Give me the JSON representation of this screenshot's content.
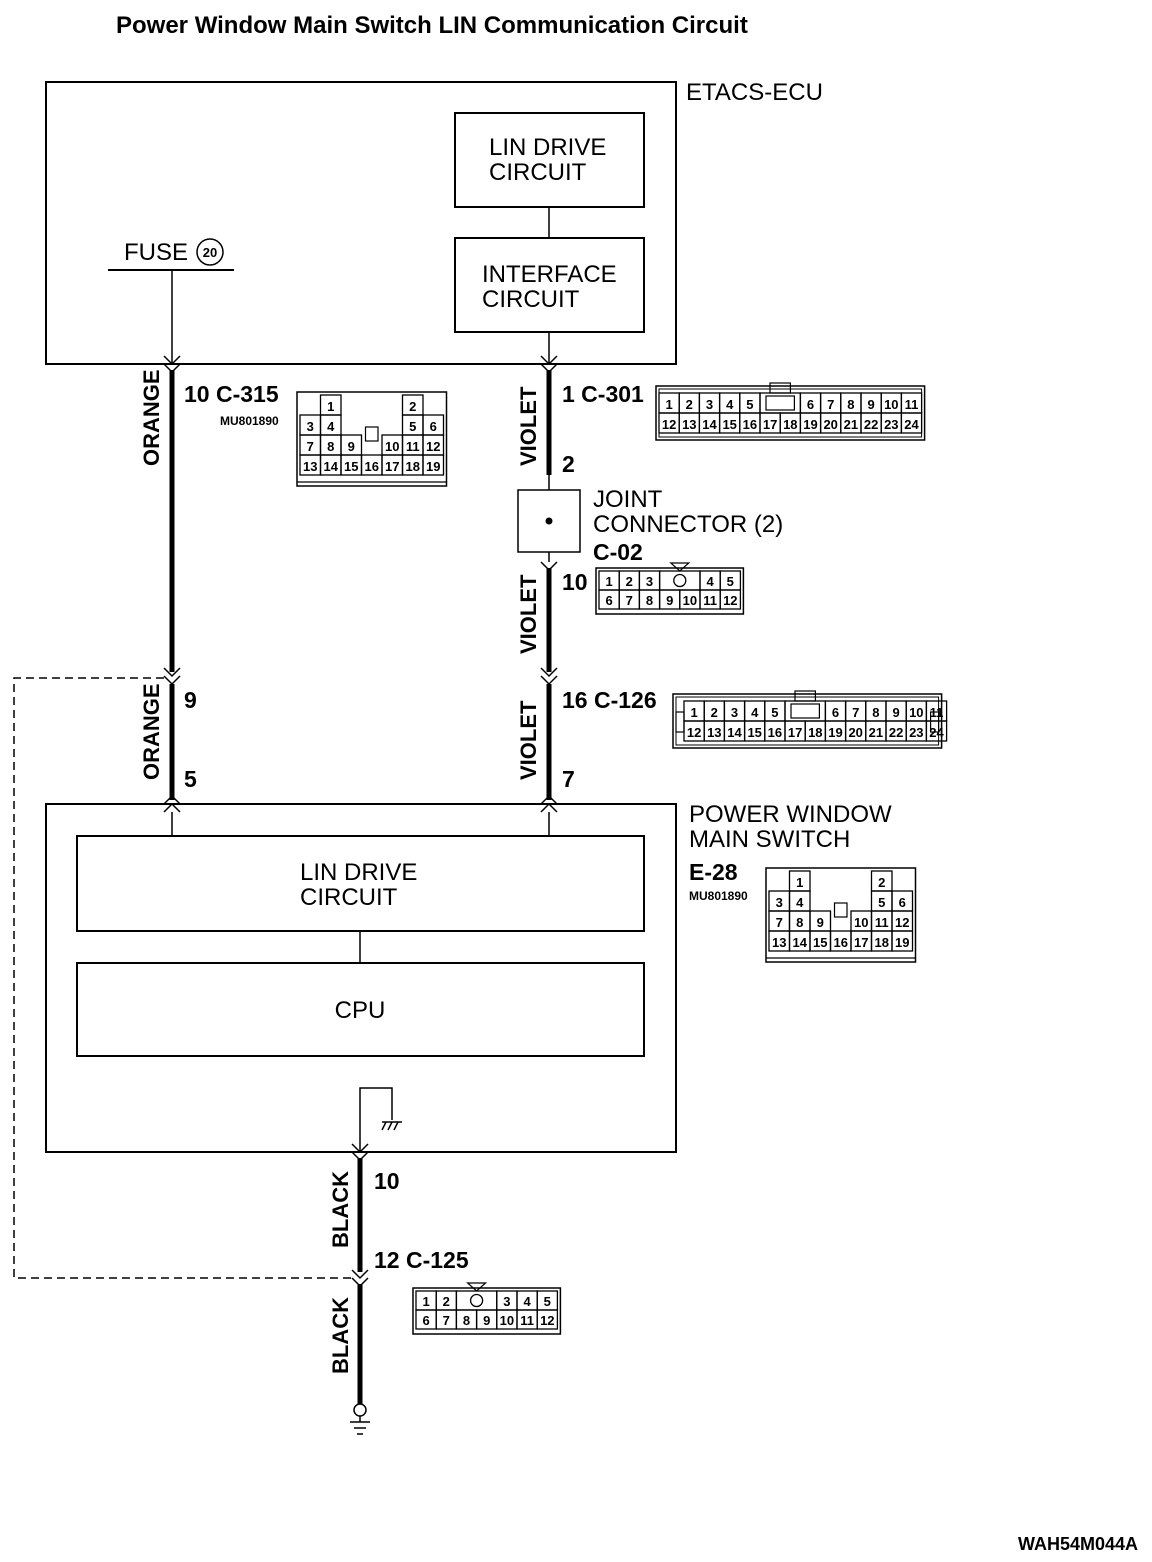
{
  "title": "Power Window Main Switch LIN Communication Circuit",
  "footer_code": "WAH54M044A",
  "etacs": {
    "label": "ETACS-ECU",
    "lin_drive": [
      "LIN DRIVE",
      "CIRCUIT"
    ],
    "interface": [
      "INTERFACE",
      "CIRCUIT"
    ],
    "fuse_label": "FUSE",
    "fuse_number": "20"
  },
  "main_switch": {
    "label": [
      "POWER WINDOW",
      "MAIN SWITCH"
    ],
    "connector": "E-28",
    "part_no": "MU801890",
    "lin_drive": [
      "LIN DRIVE",
      "CIRCUIT"
    ],
    "cpu": "CPU"
  },
  "joint": {
    "label": [
      "JOINT",
      "CONNECTOR (2)"
    ],
    "connector": "C-02"
  },
  "wires": {
    "orange_upper": "ORANGE",
    "orange_lower": "ORANGE",
    "violet_1": "VIOLET",
    "violet_2": "VIOLET",
    "violet_3": "VIOLET",
    "black_upper": "BLACK",
    "black_lower": "BLACK"
  },
  "terminals": {
    "c315": "10  C-315",
    "c315_part": "MU801890",
    "orange_9": "9",
    "orange_5": "5",
    "c301": "1  C-301",
    "violet_2": "2",
    "c02_pin": "10",
    "c126": "16  C-126",
    "violet_7": "7",
    "black_10": "10",
    "c125": "12  C-125"
  },
  "connectors": {
    "c315_e28": {
      "rows": [
        [
          "1",
          "",
          "2"
        ],
        [
          "3",
          "4",
          "5",
          "6"
        ],
        [
          "7",
          "8",
          "9",
          "10",
          "11",
          "12"
        ],
        [
          "13",
          "14",
          "15",
          "16",
          "17",
          "18",
          "19"
        ]
      ]
    },
    "c301": {
      "top": [
        "1",
        "2",
        "3",
        "4",
        "5",
        "6",
        "7",
        "8",
        "9",
        "10",
        "11"
      ],
      "bottom": [
        "12",
        "13",
        "14",
        "15",
        "16",
        "17",
        "18",
        "19",
        "20",
        "21",
        "22",
        "23",
        "24"
      ]
    },
    "c02": {
      "top": [
        "1",
        "2",
        "3",
        "4",
        "5"
      ],
      "bottom": [
        "6",
        "7",
        "8",
        "9",
        "10",
        "11",
        "12"
      ]
    },
    "c126": {
      "top": [
        "1",
        "2",
        "3",
        "4",
        "5",
        "6",
        "7",
        "8",
        "9",
        "10",
        "11"
      ],
      "bottom": [
        "12",
        "13",
        "14",
        "15",
        "16",
        "17",
        "18",
        "19",
        "20",
        "21",
        "22",
        "23",
        "24"
      ]
    },
    "c125": {
      "top": [
        "1",
        "2",
        "3",
        "4",
        "5"
      ],
      "bottom": [
        "6",
        "7",
        "8",
        "9",
        "10",
        "11",
        "12"
      ]
    }
  }
}
